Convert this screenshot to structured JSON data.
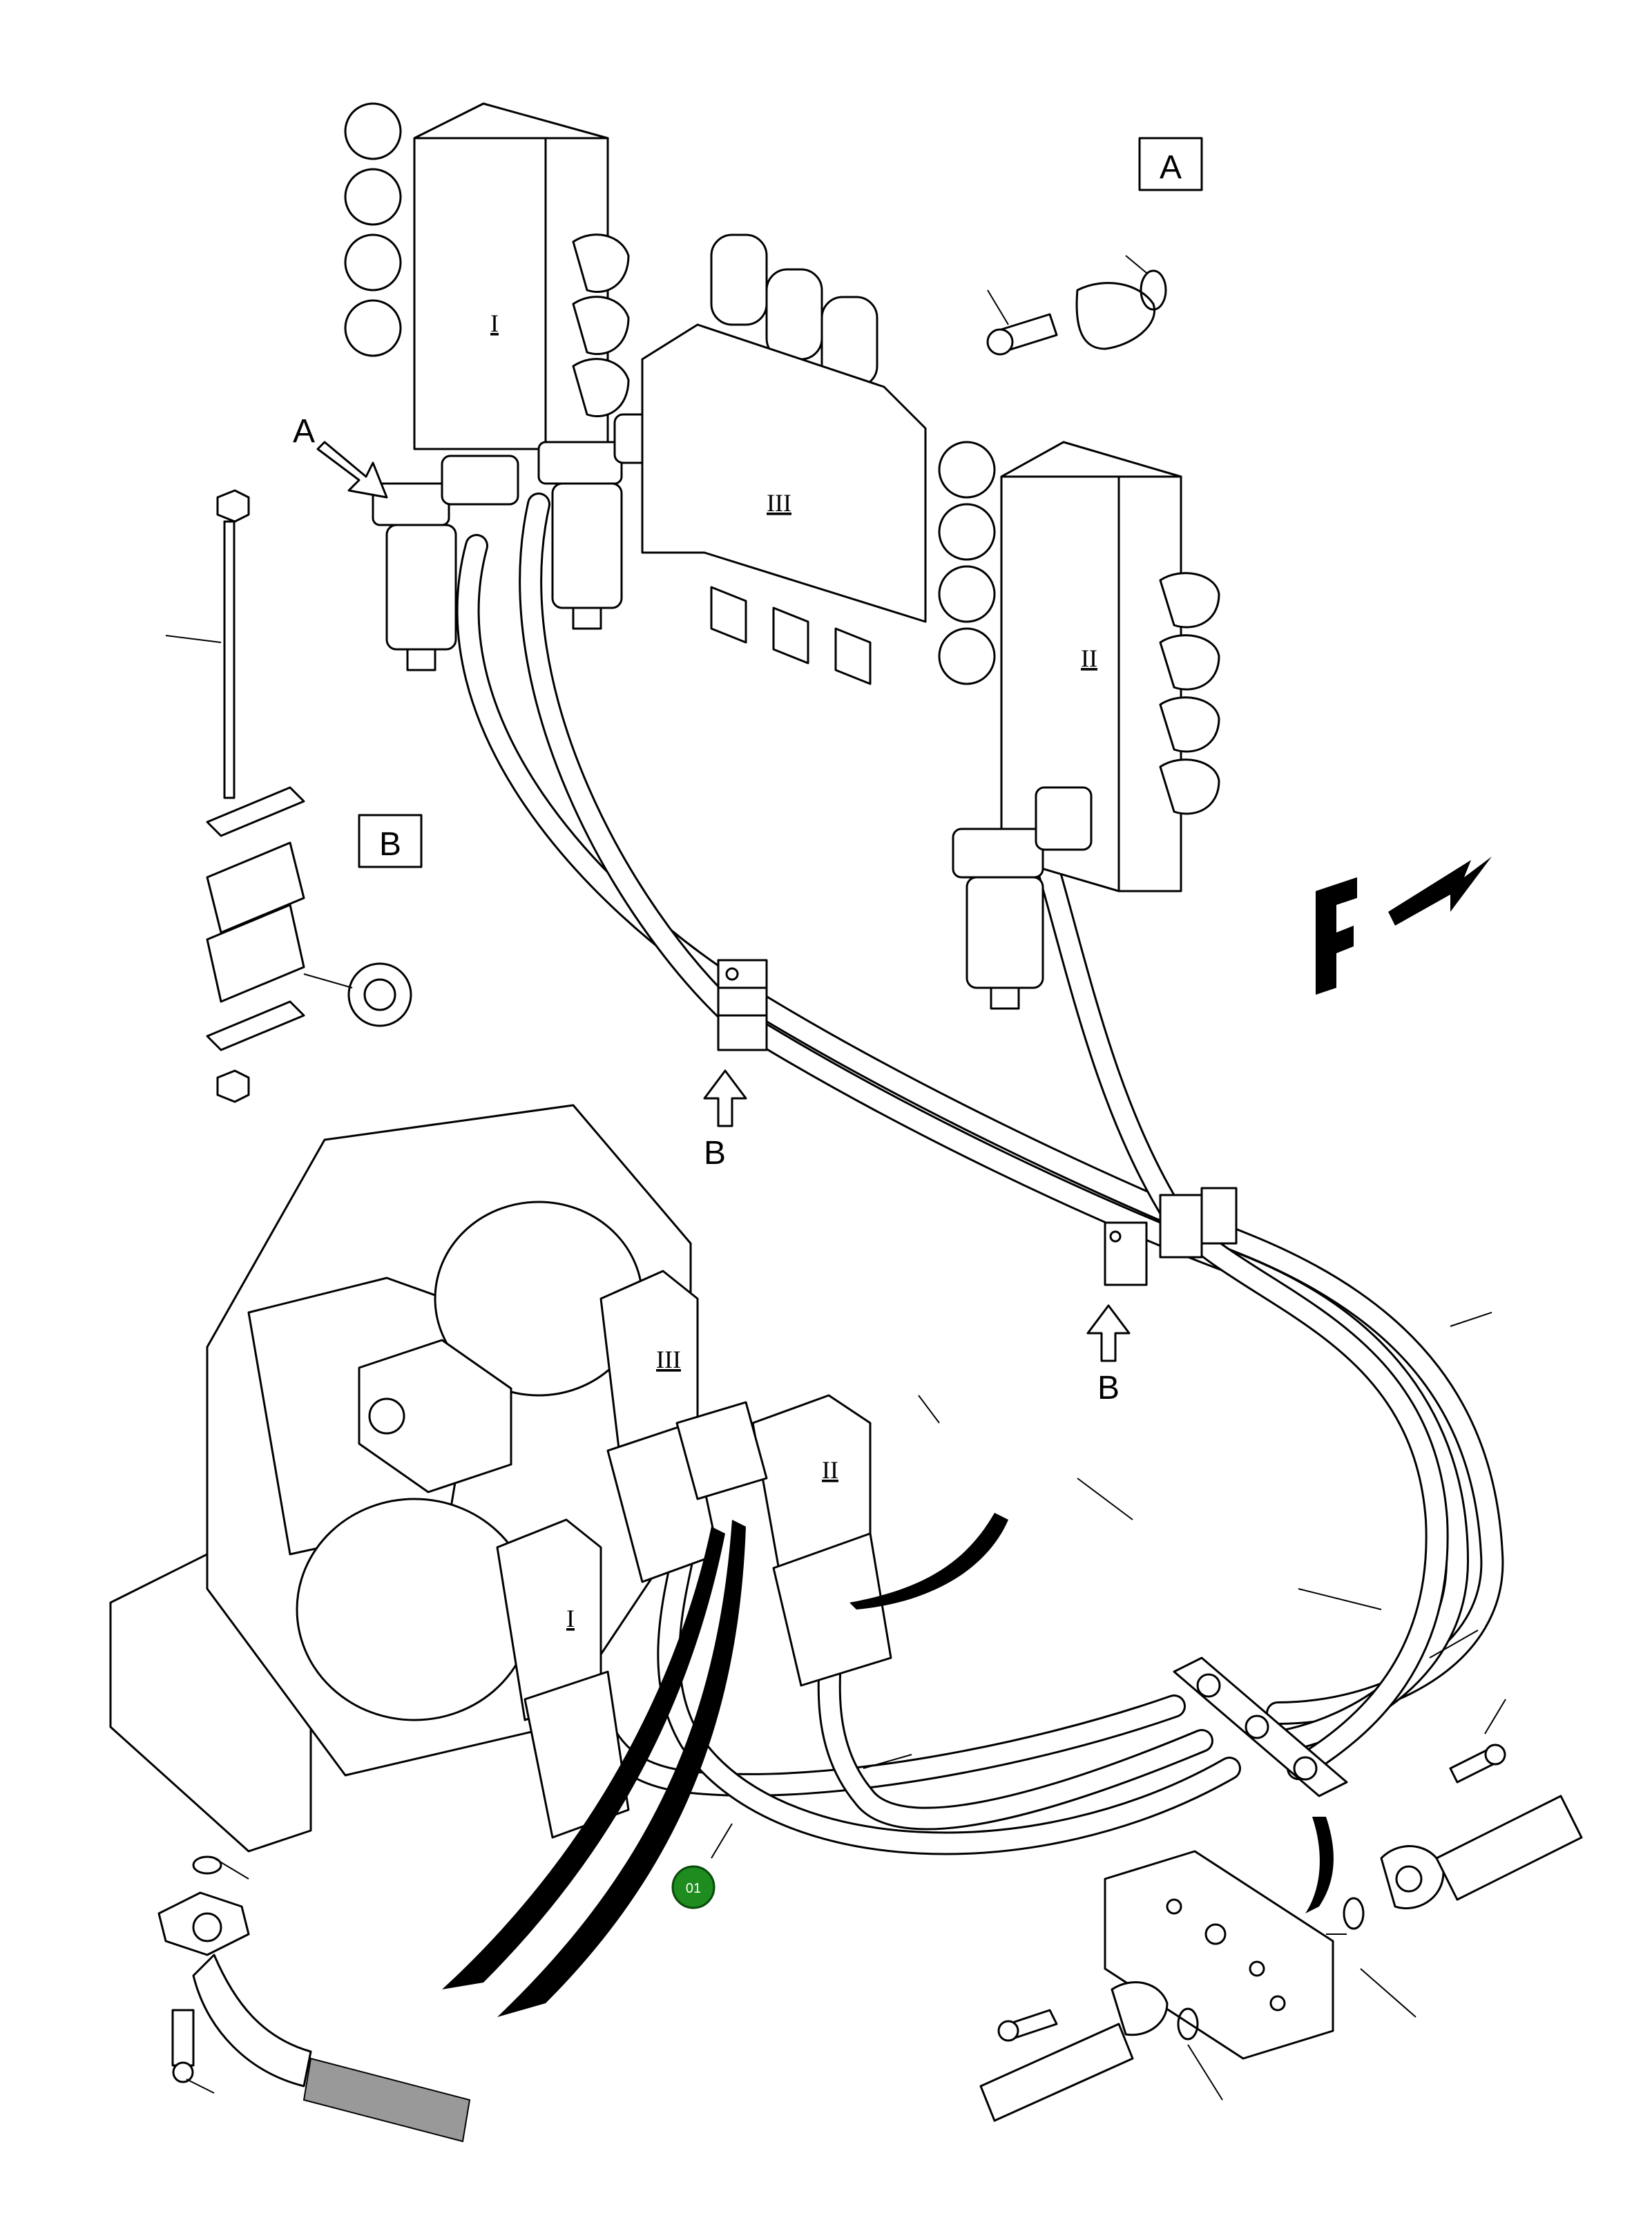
{
  "labels": {
    "detail_a_box": "A",
    "detail_b_box": "B",
    "arrow_a": "A",
    "arrow_b_1": "B",
    "arrow_b_2": "B",
    "valve_block_1": "I",
    "valve_block_2": "II",
    "valve_block_3": "III",
    "motor_1": "I",
    "motor_2": "II",
    "motor_3": "III",
    "forward": "F"
  },
  "callout": {
    "number": "01",
    "color": "#1e8c1e"
  }
}
